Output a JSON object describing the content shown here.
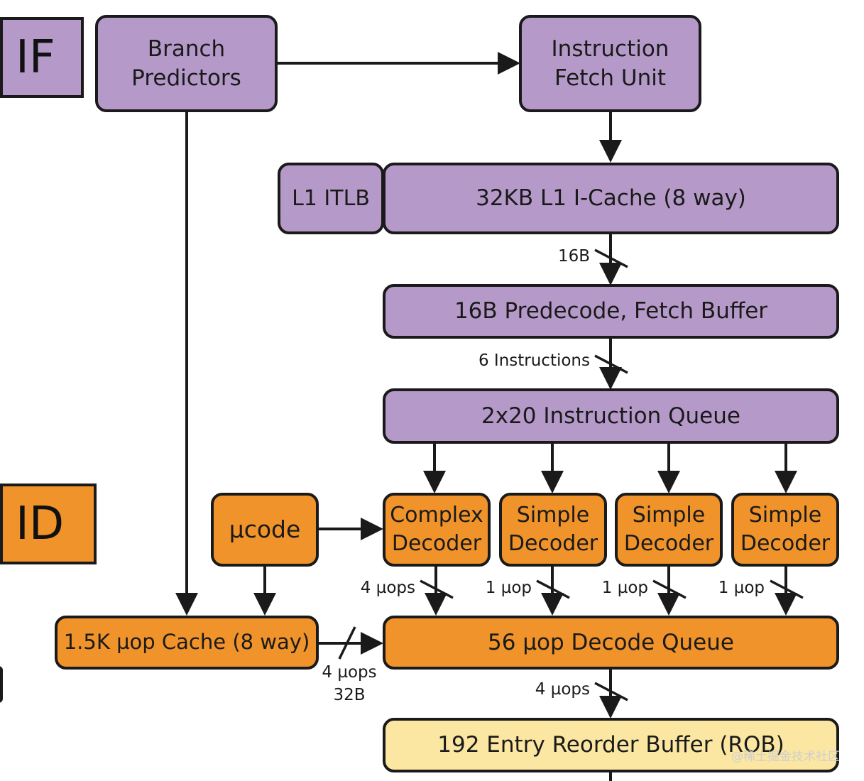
{
  "stages": {
    "fetch": "IF",
    "decode": "ID"
  },
  "blocks": {
    "branch_predictors": [
      "Branch",
      "Predictors"
    ],
    "fetch_unit": [
      "Instruction",
      "Fetch Unit"
    ],
    "itlb": "L1 ITLB",
    "icache": "32KB L1 I-Cache (8 way)",
    "predecode": "16B Predecode, Fetch Buffer",
    "instruction_queue": "2x20 Instruction Queue",
    "ucode": "µcode",
    "decoders": [
      [
        "Complex",
        "Decoder"
      ],
      [
        "Simple",
        "Decoder"
      ],
      [
        "Simple",
        "Decoder"
      ],
      [
        "Simple",
        "Decoder"
      ]
    ],
    "uop_cache": "1.5K µop Cache (8 way)",
    "decode_queue": "56 µop Decode Queue",
    "rob": "192 Entry Reorder Buffer (ROB)"
  },
  "widths": {
    "icache_out": "16B",
    "predecode_out": "6 Instructions",
    "decoder_out": [
      "4 µops",
      "1 µop",
      "1 µop",
      "1 µop"
    ],
    "uop_cache_out": [
      "4 µops",
      "32B"
    ],
    "decode_queue_out": "4 µops"
  },
  "watermark": "@稀土掘金技术社区",
  "colors": {
    "fetch_stage": "#b59ac9",
    "decode_stage": "#f0932a",
    "rob": "#fbe6a2"
  }
}
